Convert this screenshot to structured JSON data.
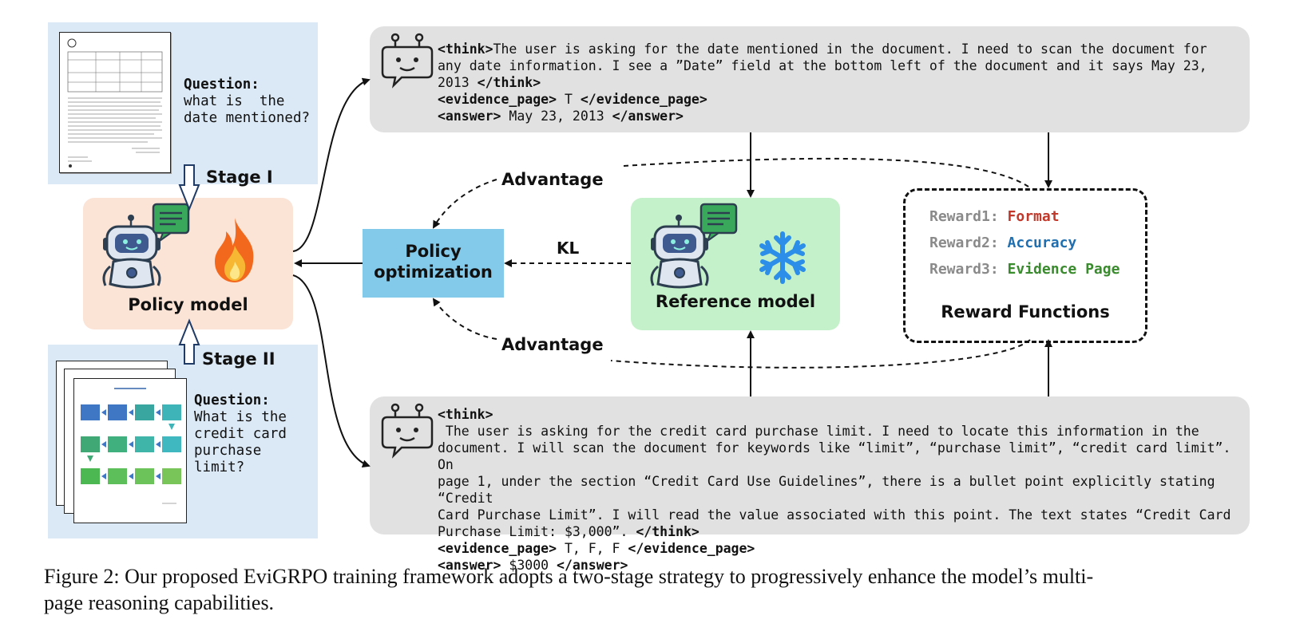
{
  "stage1": {
    "label": "Stage I",
    "question_heading": "Question:",
    "question_line1": "what is  the",
    "question_line2": "date mentioned?"
  },
  "stage2": {
    "label": "Stage II",
    "question_heading": "Question:",
    "question_line1": "What is the",
    "question_line2": "credit card",
    "question_line3": "purchase limit?"
  },
  "policy_model": {
    "label": "Policy model"
  },
  "policy_optimization": {
    "line1": "Policy",
    "line2": "optimization"
  },
  "reference_model": {
    "label": "Reference model"
  },
  "edges": {
    "kl": "KL",
    "advantage_top": "Advantage",
    "advantage_bottom": "Advantage"
  },
  "reward": {
    "title": "Reward Functions",
    "items": [
      {
        "prefix": "Reward1:",
        "name": "Format",
        "color": "#c0392b"
      },
      {
        "prefix": "Reward2:",
        "name": "Accuracy",
        "color": "#1f6fb0"
      },
      {
        "prefix": "Reward3:",
        "name": "Evidence Page",
        "color": "#3a8a2e"
      }
    ]
  },
  "output_top": {
    "think_open": "<think>",
    "think_l1": "The user is asking for the date mentioned in the document. I need to scan the document for",
    "think_l2": "any date information. I see a ”Date” field at the bottom left of the document and it says May 23,",
    "think_l3": "2013 ",
    "think_close": "</think>",
    "evidence_open": "<evidence_page>",
    "evidence_value": " T ",
    "evidence_close": "</evidence_page>",
    "answer_open": "<answer>",
    "answer_value": " May 23, 2013 ",
    "answer_close": "</answer>"
  },
  "output_bottom": {
    "think_open": "<think>",
    "think_l1": " The user is asking for the credit card purchase limit. I need to locate this information in the",
    "think_l2": "document. I will scan the document for keywords like “limit”, “purchase limit”, “credit card limit”. On",
    "think_l3": "page 1, under the section “Credit Card Use Guidelines”, there is a bullet point explicitly stating “Credit",
    "think_l4": "Card Purchase Limit”. I will read the value associated with this point. The text states “Credit Card",
    "think_l5": "Purchase Limit: $3,000”. ",
    "think_close": "</think>",
    "evidence_open": "<evidence_page>",
    "evidence_value": " T, F, F ",
    "evidence_close": "</evidence_page>",
    "answer_open": "<answer>",
    "answer_value": " $3000 ",
    "answer_close": "</answer>"
  },
  "caption": {
    "line1": "Figure 2: Our proposed EviGRPO training framework adopts a two-stage strategy to progressively enhance the model’s multi-",
    "line2": "page reasoning capabilities."
  },
  "colors": {
    "stage_panel": "#dbe8f5",
    "policy_model_bg": "#fbe3d6",
    "policy_opt_bg": "#83c9ea",
    "reference_model_bg": "#c4f1c9",
    "output_box_bg": "#e1e1e1"
  }
}
